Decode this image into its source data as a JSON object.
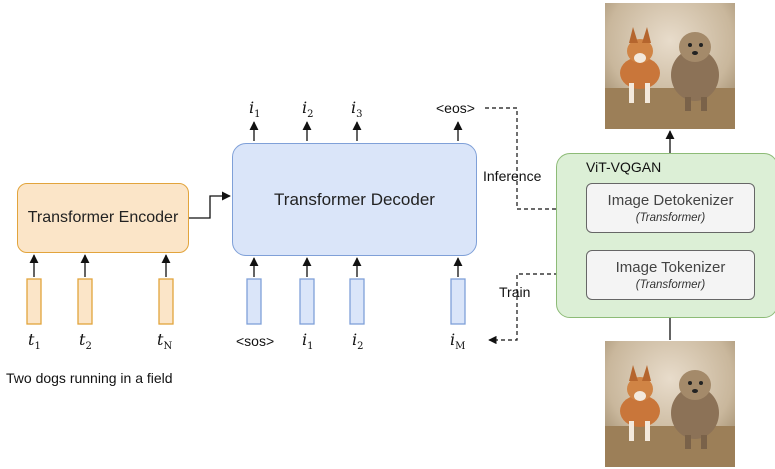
{
  "encoder": {
    "label": "Transformer Encoder"
  },
  "decoder": {
    "label": "Transformer Decoder"
  },
  "vqgan": {
    "title": "ViT-VQGAN",
    "detokenizer": {
      "label": "Image Detokenizer",
      "sub": "(Transformer)"
    },
    "tokenizer": {
      "label": "Image Tokenizer",
      "sub": "(Transformer)"
    }
  },
  "encoder_inputs": {
    "t1": {
      "base": "t",
      "sub": "1"
    },
    "t2": {
      "base": "t",
      "sub": "2"
    },
    "tN": {
      "base": "t",
      "sub": "N"
    }
  },
  "decoder_inputs": {
    "sos": "<sos>",
    "i1": {
      "base": "i",
      "sub": "1"
    },
    "i2": {
      "base": "i",
      "sub": "2"
    },
    "iM": {
      "base": "i",
      "sub": "M"
    }
  },
  "decoder_outputs": {
    "i1": {
      "base": "i",
      "sub": "1"
    },
    "i2": {
      "base": "i",
      "sub": "2"
    },
    "i3": {
      "base": "i",
      "sub": "3"
    },
    "eos": "<eos>"
  },
  "labels": {
    "inference": "Inference",
    "train": "Train"
  },
  "caption": "Two dogs running in a field",
  "colors": {
    "encoder_fill": "#fbe5c8",
    "encoder_border": "#e2a43c",
    "decoder_fill": "#dae5f9",
    "decoder_border": "#7fa0d8",
    "vqgan_fill": "#dcefd6",
    "vqgan_border": "#8dbb77"
  }
}
